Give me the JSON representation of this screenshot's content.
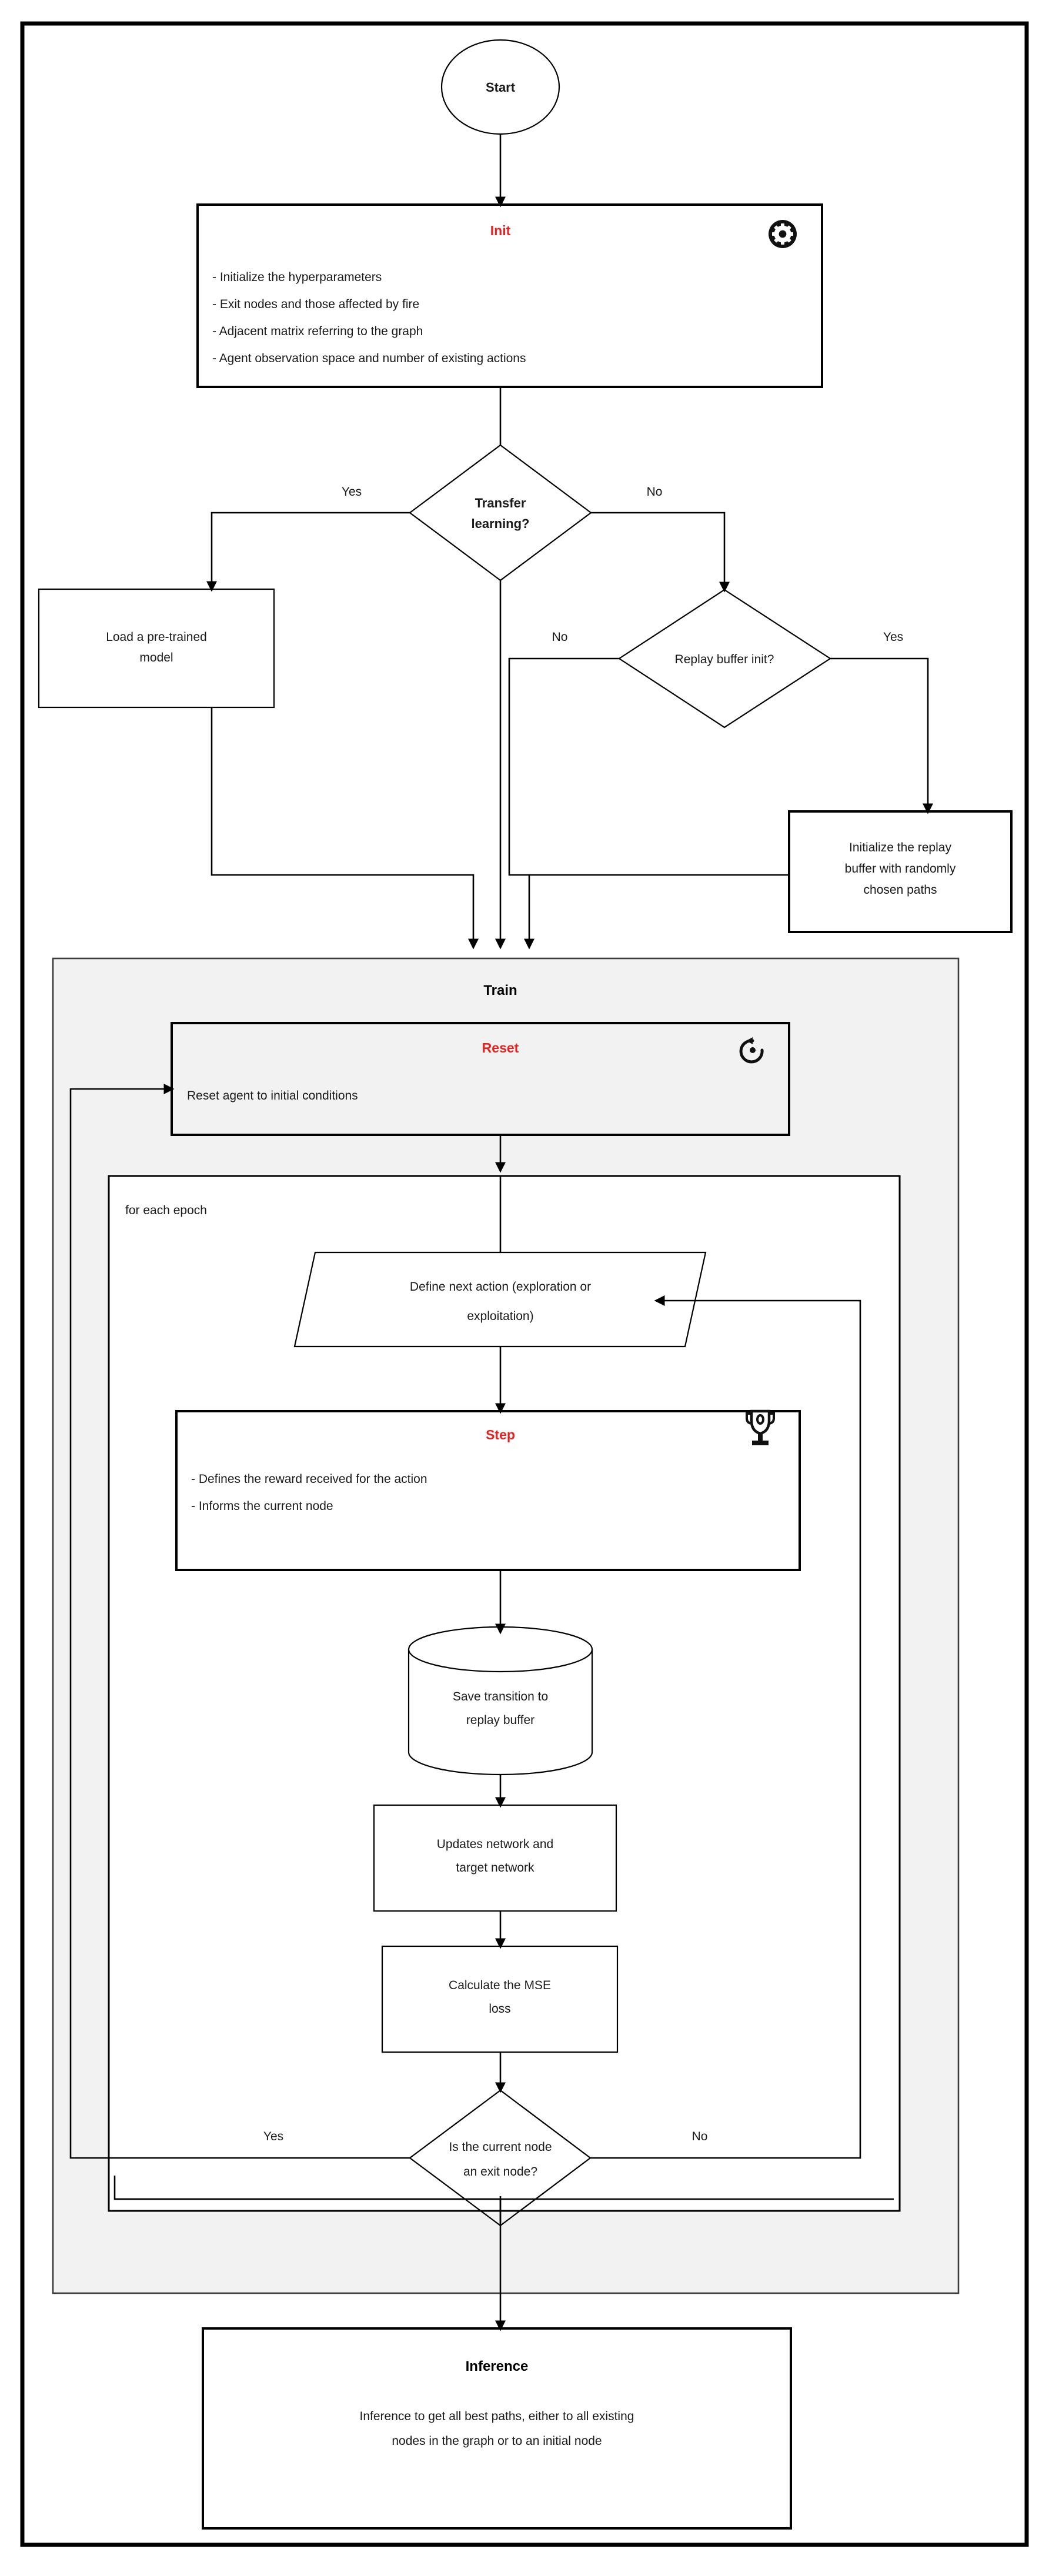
{
  "diagram": {
    "title": "DQN training pipeline flowchart",
    "accent_red": "#e8201f",
    "group_bg": "#f2f2f2",
    "line_color": "#000000"
  },
  "nodes": {
    "start": {
      "label": "Start",
      "shape": "ellipse"
    },
    "init": {
      "title": "Init",
      "icon": "gear-icon",
      "lines": [
        "- Initialize the hyperparameters",
        "- Exit nodes and those affected by fire",
        "- Adjacent matrix referring to the graph",
        "- Agent observation space and number of existing actions"
      ],
      "shape": "process"
    },
    "transfer_learning": {
      "label_line1": "Transfer",
      "label_line2": "learning?",
      "shape": "decision"
    },
    "load_pretrained": {
      "label_line1": "Load a pre-trained",
      "label_line2": "model",
      "shape": "process"
    },
    "replay_buffer_init": {
      "label": "Replay buffer init?",
      "shape": "decision"
    },
    "initialize_replay_buffer": {
      "label_line1": "Initialize the replay",
      "label_line2": "buffer with randomly",
      "label_line3": "chosen paths",
      "shape": "process"
    },
    "train_group": {
      "title": "Train",
      "shape": "group"
    },
    "reset": {
      "title": "Reset",
      "icon": "reset-arrow-icon",
      "lines": [
        "Reset agent to initial conditions"
      ],
      "shape": "process"
    },
    "epoch_group": {
      "title": "for each epoch",
      "shape": "group"
    },
    "define_action": {
      "label_line1": "Define next action (exploration or",
      "label_line2": "exploitation)",
      "shape": "parallelogram"
    },
    "step": {
      "title": "Step",
      "icon": "trophy-icon",
      "lines": [
        "- Defines the reward received for the action",
        "- Informs the current node"
      ],
      "shape": "process"
    },
    "save_transition": {
      "label_line1": "Save transition to",
      "label_line2": "replay buffer",
      "shape": "cylinder"
    },
    "update_network": {
      "label_line1": "Updates network and",
      "label_line2": "target network",
      "shape": "process"
    },
    "mse_loss": {
      "label_line1": "Calculate the MSE",
      "label_line2": "loss",
      "shape": "process"
    },
    "exit_node_check": {
      "label_line1": "Is the current node",
      "label_line2": "an exit node?",
      "shape": "decision"
    },
    "inference": {
      "title": "Inference",
      "lines": [
        "Inference to get all best paths, either to all existing",
        "nodes in the graph or to an initial node"
      ],
      "shape": "process"
    }
  },
  "edge_labels": {
    "transfer_yes": "Yes",
    "transfer_no": "No",
    "replay_no": "No",
    "replay_yes": "Yes",
    "exit_yes": "Yes",
    "exit_no": "No"
  }
}
